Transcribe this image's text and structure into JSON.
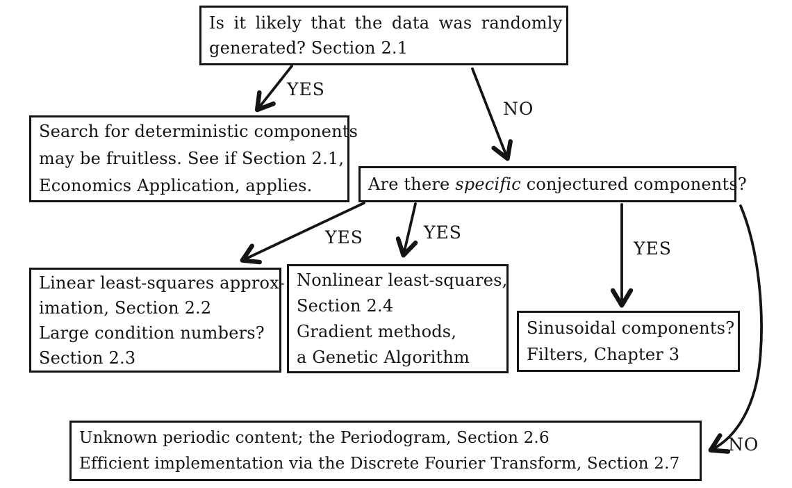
{
  "diagram": {
    "colors": {
      "ink": "#141414",
      "background": "#ffffff"
    },
    "boxes": {
      "random": {
        "lines": [
          "Is it likely that the data was randomly",
          "generated? Section 2.1"
        ]
      },
      "search": {
        "lines": [
          "Search for deterministic components",
          "may be fruitless. See if Section 2.1,",
          "Economics Application, applies."
        ]
      },
      "conjectured": {
        "prefix": "Are there ",
        "emphasis": "specific",
        "suffix": " conjectured components?"
      },
      "linear": {
        "lines": [
          "Linear least-squares approx-",
          "imation, Section 2.2",
          "Large condition numbers?",
          "Section 2.3"
        ]
      },
      "nonlinear": {
        "lines": [
          "Nonlinear least-squares,",
          "Section 2.4",
          "Gradient methods,",
          "a Genetic Algorithm"
        ]
      },
      "sinusoidal": {
        "lines": [
          "Sinusoidal components?",
          "Filters, Chapter 3"
        ]
      },
      "periodogram": {
        "lines": [
          "Unknown periodic content; the Periodogram, Section 2.6",
          "Efficient implementation via the Discrete Fourier Transform, Section 2.7"
        ]
      }
    },
    "labels": {
      "yes_random": "YES",
      "no_random": "NO",
      "yes_linear": "YES",
      "yes_nonlinear": "YES",
      "yes_sinusoidal": "YES",
      "no_conjectured": "NO"
    }
  }
}
